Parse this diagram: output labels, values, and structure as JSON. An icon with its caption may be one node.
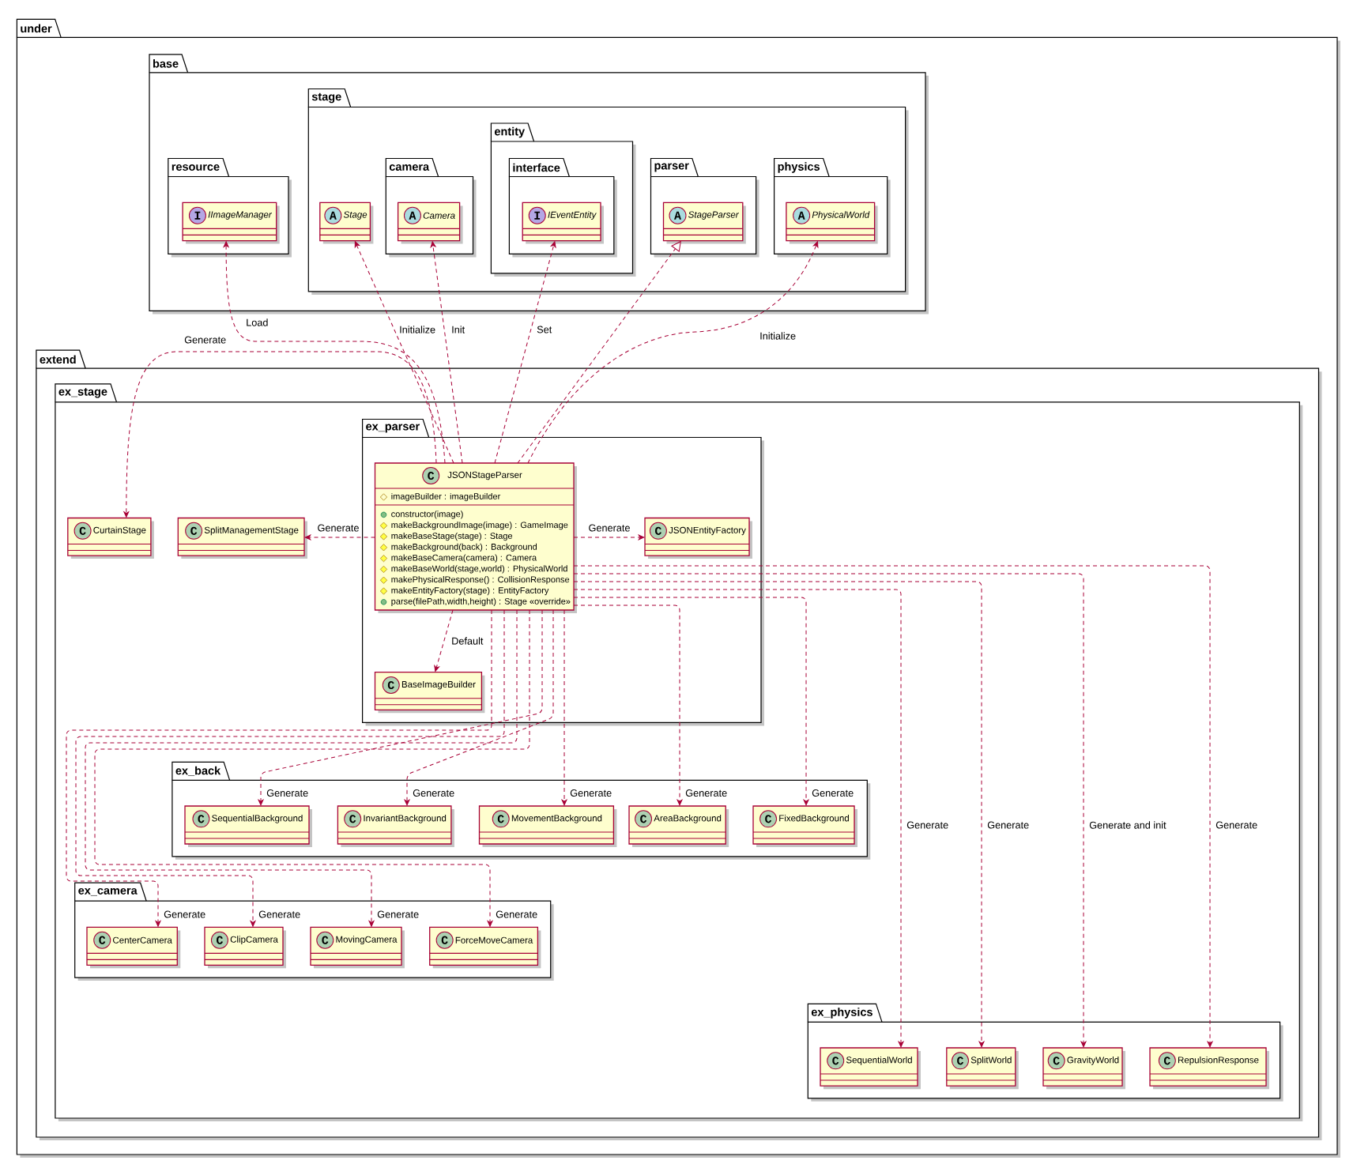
{
  "diagram": {
    "nodes": [
      {
        "text": [
          "under"
        ]
      },
      {
        "text": [
          "base"
        ],
        "in": 0
      },
      {
        "text": [
          "resource"
        ],
        "in": 1
      },
      {
        "text": [
          "I",
          "IImageManager"
        ],
        "in": 2
      },
      {
        "text": [
          "stage"
        ],
        "in": 1
      },
      {
        "text": [
          "A",
          "Stage"
        ],
        "in": 4
      },
      {
        "text": [
          "camera"
        ],
        "in": 4
      },
      {
        "text": [
          "A",
          "Camera"
        ],
        "in": 6
      },
      {
        "text": [
          "entity"
        ],
        "in": 4
      },
      {
        "text": [
          "interface"
        ],
        "in": 8
      },
      {
        "text": [
          "I",
          "IEventEntity"
        ],
        "in": 9
      },
      {
        "text": [
          "parser"
        ],
        "in": 4
      },
      {
        "text": [
          "A",
          "StageParser"
        ],
        "in": 11
      },
      {
        "text": [
          "physics"
        ],
        "in": 4
      },
      {
        "text": [
          "A",
          "PhysicalWorld"
        ],
        "in": 13
      },
      {
        "text": [
          "extend"
        ],
        "in": 0
      },
      {
        "text": [
          "ex_stage"
        ],
        "in": 15
      },
      {
        "text": [
          "ex_parser"
        ],
        "in": 16
      },
      {
        "text": [
          "C",
          "JSONStageParser",
          "imageBuilder : imageBuilder",
          "constructor(image)",
          "makeBackgroundImage(image) : GameImage",
          "makeBaseStage(stage) : Stage",
          "makeBackground(back) : Background",
          "makeBaseCamera(camera) : Camera",
          "makeBaseWorld(stage,world) : PhysicalWorld",
          "makePhysicalResponse() : CollisionResponse",
          "makeEntityFactory(stage) : EntityFactory",
          "parse(filePath,width,height) : Stage «override»"
        ],
        "in": 17
      },
      {
        "text": [
          "C",
          "CurtainStage"
        ],
        "in": 16
      },
      {
        "text": [
          "C",
          "SplitManagementStage"
        ],
        "in": 16
      },
      {
        "text": [
          "C",
          "JSONEntityFactory"
        ],
        "in": 17
      },
      {
        "text": [
          "C",
          "BaseImageBuilder"
        ],
        "in": 17
      },
      {
        "text": [
          "ex_back"
        ],
        "in": 16
      },
      {
        "text": [
          "C",
          "SequentialBackground"
        ],
        "in": 23
      },
      {
        "text": [
          "C",
          "InvariantBackground"
        ],
        "in": 23
      },
      {
        "text": [
          "C",
          "MovementBackground"
        ],
        "in": 23
      },
      {
        "text": [
          "C",
          "AreaBackground"
        ],
        "in": 23
      },
      {
        "text": [
          "C",
          "FixedBackground"
        ],
        "in": 23
      },
      {
        "text": [
          "ex_camera"
        ],
        "in": 16
      },
      {
        "text": [
          "C",
          "CenterCamera"
        ],
        "in": 29
      },
      {
        "text": [
          "C",
          "ClipCamera"
        ],
        "in": 29
      },
      {
        "text": [
          "C",
          "MovingCamera"
        ],
        "in": 29
      },
      {
        "text": [
          "C",
          "ForceMoveCamera"
        ],
        "in": 29
      },
      {
        "text": [
          "ex_physics"
        ],
        "in": 16
      },
      {
        "text": [
          "C",
          "SequentialWorld"
        ],
        "in": 34
      },
      {
        "text": [
          "C",
          "SplitWorld"
        ],
        "in": 34
      },
      {
        "text": [
          "C",
          "GravityWorld"
        ],
        "in": 34
      },
      {
        "text": [
          "C",
          "RepulsionResponse"
        ],
        "in": 34
      }
    ],
    "edges": [
      {
        "from": 18,
        "to": 3,
        "arrow": "to",
        "label": "Load",
        "style": "dashed"
      },
      {
        "from": 18,
        "to": 19,
        "arrow": "to",
        "label": "Generate",
        "style": "dashed"
      },
      {
        "from": 18,
        "to": 5,
        "arrow": "to",
        "label": "Initialize",
        "style": "dashed"
      },
      {
        "from": 18,
        "to": 7,
        "arrow": "to",
        "label": "Init",
        "style": "dashed"
      },
      {
        "from": 18,
        "to": 10,
        "arrow": "to",
        "label": "Set",
        "style": "dashed"
      },
      {
        "from": 18,
        "to": 12,
        "arrow": "to",
        "style": "dashed"
      },
      {
        "from": 18,
        "to": 14,
        "arrow": "to",
        "label": "Initialize",
        "style": "dashed"
      },
      {
        "from": 18,
        "to": 20,
        "arrow": "to",
        "label": "Generate",
        "style": "dashed"
      },
      {
        "from": 18,
        "to": 21,
        "arrow": "to",
        "label": "Generate",
        "style": "dashed"
      },
      {
        "from": 18,
        "to": 22,
        "arrow": "to",
        "label": "Default",
        "style": "dashed"
      },
      {
        "from": 18,
        "to": 24,
        "arrow": "to",
        "label": "Generate",
        "style": "dashed"
      },
      {
        "from": 18,
        "to": 25,
        "arrow": "to",
        "label": "Generate",
        "style": "dashed"
      },
      {
        "from": 18,
        "to": 26,
        "arrow": "to",
        "label": "Generate",
        "style": "dashed"
      },
      {
        "from": 18,
        "to": 27,
        "arrow": "to",
        "label": "Generate",
        "style": "dashed"
      },
      {
        "from": 18,
        "to": 28,
        "arrow": "to",
        "label": "Generate",
        "style": "dashed"
      },
      {
        "from": 18,
        "to": 30,
        "arrow": "to",
        "label": "Generate",
        "style": "dashed"
      },
      {
        "from": 18,
        "to": 31,
        "arrow": "to",
        "label": "Generate",
        "style": "dashed"
      },
      {
        "from": 18,
        "to": 32,
        "arrow": "to",
        "label": "Generate",
        "style": "dashed"
      },
      {
        "from": 18,
        "to": 33,
        "arrow": "to",
        "label": "Generate",
        "style": "dashed"
      },
      {
        "from": 18,
        "to": 35,
        "arrow": "to",
        "label": "Generate",
        "style": "dashed"
      },
      {
        "from": 18,
        "to": 36,
        "arrow": "to",
        "label": "Generate",
        "style": "dashed"
      },
      {
        "from": 18,
        "to": 37,
        "arrow": "to",
        "label": "Generate and init",
        "style": "dashed"
      },
      {
        "from": 18,
        "to": 38,
        "arrow": "to",
        "label": "Generate",
        "style": "dashed"
      }
    ]
  }
}
